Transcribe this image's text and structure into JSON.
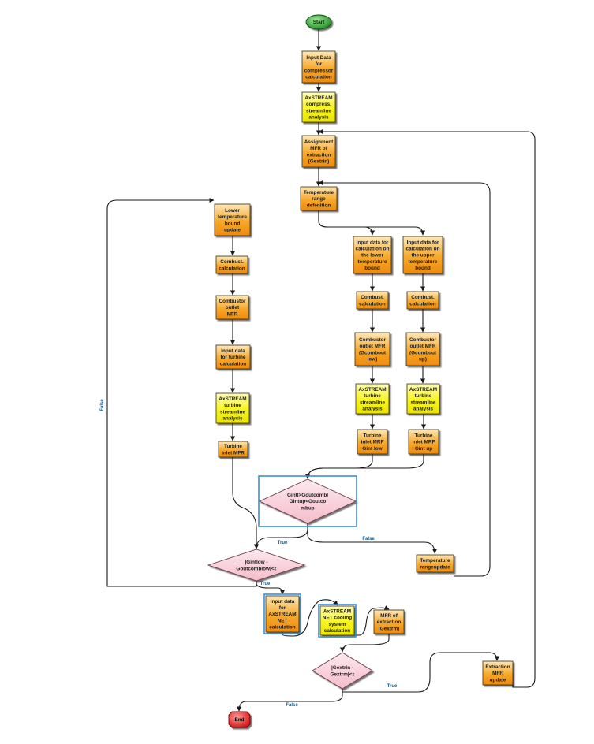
{
  "nodes": {
    "start": [
      "Start"
    ],
    "input_compressor": [
      "Input Data",
      "for",
      "compressor",
      "calculation"
    ],
    "axstream_compress": [
      "AxSTREAM",
      "compress.",
      "streamline",
      "analysis"
    ],
    "assignment_mfr": [
      "Assignment",
      "MFR of",
      "extraction",
      "(Gextrin)"
    ],
    "temp_range_def": [
      "Temperature",
      "range",
      "defenition"
    ],
    "input_lower": [
      "Input data for",
      "calculation on",
      "the lower",
      "temperature",
      "bound"
    ],
    "input_upper": [
      "Input data for",
      "calculation on",
      "the upper",
      "temperature",
      "bound"
    ],
    "combust_lower": [
      "Combust.",
      "calculation"
    ],
    "combust_upper": [
      "Combust.",
      "calculation"
    ],
    "outlet_lower": [
      "Combustor",
      "outlet MFR",
      "(Gcombout",
      "low)"
    ],
    "outlet_upper": [
      "Combustor",
      "outlet MFR",
      "(Gcombout",
      "up)"
    ],
    "axstream_turb_lower": [
      "AxSTREAM",
      "turbine",
      "streamline",
      "analysis"
    ],
    "axstream_turb_upper": [
      "AxSTREAM",
      "turbine",
      "streamline",
      "analysis"
    ],
    "inlet_lower": [
      "Turbine",
      "inlet MRF",
      "Gint low"
    ],
    "inlet_upper": [
      "Turbine",
      "inlet MRF",
      "Gint up"
    ],
    "decision_bounds": [
      "Gintl>Goutcombl",
      "Gintup<Goutco",
      "mbup"
    ],
    "temp_range_update": [
      "Temperature",
      "rangeupdate"
    ],
    "lower_bound_update": [
      "Lower",
      "temperature",
      "bound",
      "update"
    ],
    "combust_left": [
      "Combust.",
      "calculation"
    ],
    "outlet_left": [
      "Combustor",
      "outlet",
      "MFR"
    ],
    "input_turbine_left": [
      "Input data",
      "for turbine",
      "calculation"
    ],
    "axstream_turb_left": [
      "AxSTREAM",
      "turbine",
      "streamline",
      "analysis"
    ],
    "inlet_left": [
      "Turbine",
      "inlet MFR"
    ],
    "decision_gintlow": [
      "|Gintlow -",
      "Goutcomblow|<ε"
    ],
    "input_net": [
      "Input data",
      "for",
      "AxSTREAM",
      "NET",
      "calculation"
    ],
    "axstream_net": [
      "AxSTREAM",
      "NET cooling",
      "system",
      "calculation"
    ],
    "mfr_extraction": [
      "MFR of",
      "extraction",
      "(Gextrm)"
    ],
    "decision_gextr": [
      "|Gextrin -",
      "Gextrm|<ε"
    ],
    "extraction_update": [
      "Extraction",
      "MFR",
      "update"
    ],
    "end": [
      "End"
    ]
  },
  "edge_labels": {
    "true_bounds": "True",
    "false_bounds": "False",
    "false_gintlow": "False",
    "true_gintlow": "True",
    "true_gextr": "True",
    "false_gextr": "False"
  },
  "colors": {
    "process_orange": "#f59a14",
    "process_yellow": "#f5f20a",
    "decision_pink": "#f7c9d2",
    "start_green": "#2e9a2e",
    "end_red": "#e22020",
    "highlight_blue": "#3a8fd8",
    "edge": "#1a1a1a",
    "label_blue": "#0a5a8a"
  }
}
